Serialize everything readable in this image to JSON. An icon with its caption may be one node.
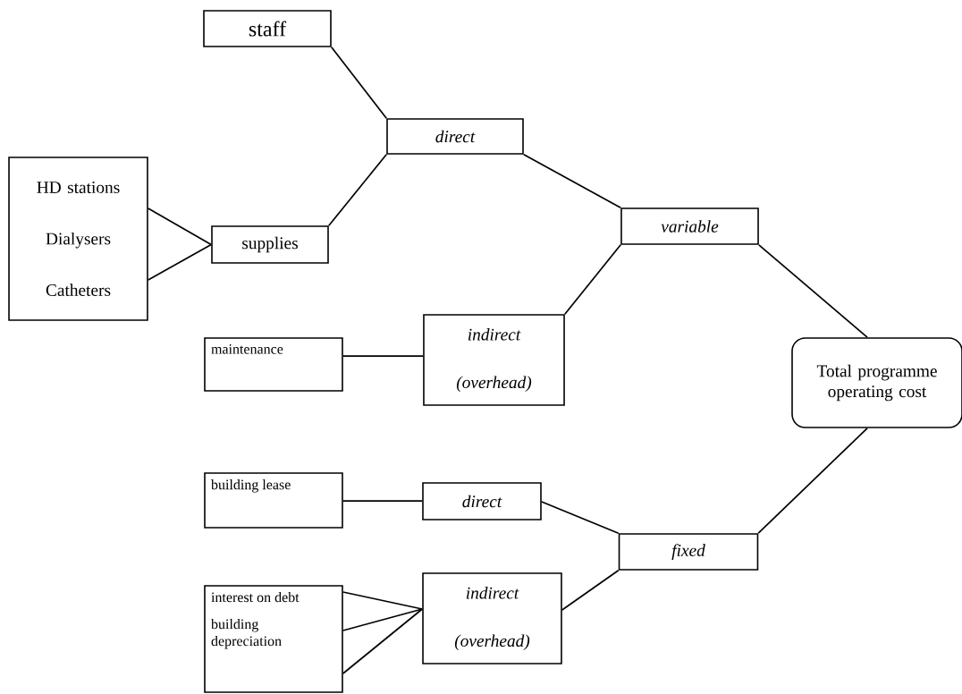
{
  "diagram": {
    "nodes": [
      {
        "text": [
          "staff"
        ]
      },
      {
        "text": [
          "direct"
        ]
      },
      {
        "text": [
          "HD stations",
          "Dialysers",
          "Catheters"
        ]
      },
      {
        "text": [
          "supplies"
        ]
      },
      {
        "text": [
          "variable"
        ]
      },
      {
        "text": [
          "maintenance"
        ]
      },
      {
        "text": [
          "indirect",
          "(overhead)"
        ]
      },
      {
        "text": [
          "Total programme operating cost"
        ]
      },
      {
        "text": [
          "building lease"
        ]
      },
      {
        "text": [
          "direct"
        ]
      },
      {
        "text": [
          "fixed"
        ]
      },
      {
        "text": [
          "interest on debt",
          "building depreciation"
        ]
      },
      {
        "text": [
          "indirect",
          "(overhead)"
        ]
      }
    ],
    "edges": [
      {
        "from": 0,
        "to": 1,
        "arrow": "none"
      },
      {
        "from": 3,
        "to": 1,
        "arrow": "none"
      },
      {
        "from": 2,
        "to": 3,
        "arrow": "none"
      },
      {
        "from": 2,
        "to": 3,
        "arrow": "none"
      },
      {
        "from": 1,
        "to": 4,
        "arrow": "none"
      },
      {
        "from": 6,
        "to": 4,
        "arrow": "none"
      },
      {
        "from": 5,
        "to": 6,
        "arrow": "none"
      },
      {
        "from": 4,
        "to": 7,
        "arrow": "none"
      },
      {
        "from": 10,
        "to": 7,
        "arrow": "none"
      },
      {
        "from": 8,
        "to": 9,
        "arrow": "none"
      },
      {
        "from": 9,
        "to": 10,
        "arrow": "none"
      },
      {
        "from": 12,
        "to": 10,
        "arrow": "none"
      },
      {
        "from": 11,
        "to": 12,
        "arrow": "none"
      },
      {
        "from": 11,
        "to": 12,
        "arrow": "none"
      },
      {
        "from": 11,
        "to": 12,
        "arrow": "none"
      }
    ]
  }
}
